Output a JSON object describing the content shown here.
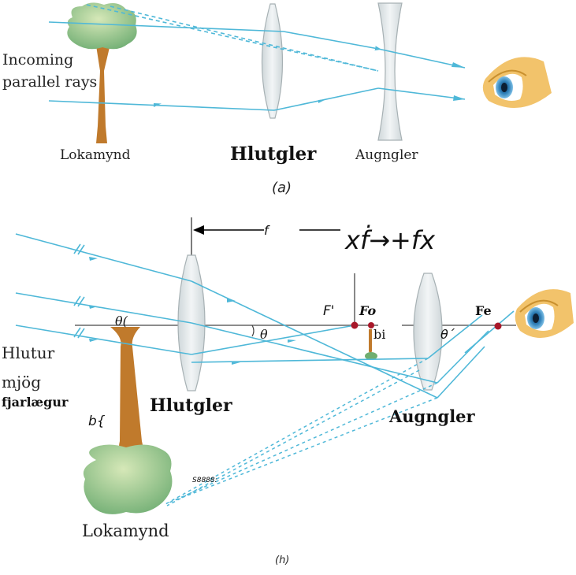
{
  "colors": {
    "ray": "#4fb8d8",
    "lens_fill": "#e2e8ea",
    "lens_stroke": "#a7b1b4",
    "trunk": "#c07a2c",
    "foliage_light": "#c5deaa",
    "foliage_dark": "#6fae70",
    "point": "#a8182a",
    "axis": "#666666",
    "eye_skin": "#f2c36b"
  },
  "panel_a": {
    "incoming_line1": "Incoming",
    "incoming_line2": "parallel rays",
    "object_label": "Lokamynd",
    "objective_label": "Hlutgler",
    "eyepiece_label": "Augngler",
    "caption": "(a)"
  },
  "panel_b": {
    "f_label": "f",
    "formula": "xḟ→+fx",
    "f_prime_label": "F'",
    "fo_label": "Fo",
    "fe_label": "Fe",
    "bi_label": "bi",
    "theta_left": "θ(",
    "theta_mid": "θ",
    "theta_prime": "θ´",
    "object_line1": "Hlutur",
    "object_line2": "mjög",
    "object_line3": "fjarlægur",
    "b_label": "b{",
    "objective_label": "Hlutgler",
    "eyepiece_label": "Augngler",
    "small_label": "S8888:",
    "image_label": "Lokamynd",
    "caption": "(h)"
  }
}
